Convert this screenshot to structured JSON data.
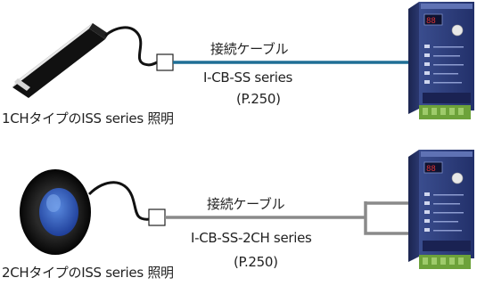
{
  "row1": {
    "cable_label": "接続ケーブル",
    "cable_series": "I-CB-SS series",
    "page_ref": "(P.250)",
    "device_caption": "1CHタイプのISS series 照明",
    "cable_color": "#1f6f95"
  },
  "row2": {
    "cable_label": "接続ケーブル",
    "cable_series": "I-CB-SS-2CH series",
    "page_ref": "(P.250)",
    "device_caption": "2CHタイプのISS series 照明",
    "cable_color": "#8a8a8a"
  },
  "controller": {
    "body_color": "#2c3e78",
    "terminal_color": "#6da23a"
  }
}
